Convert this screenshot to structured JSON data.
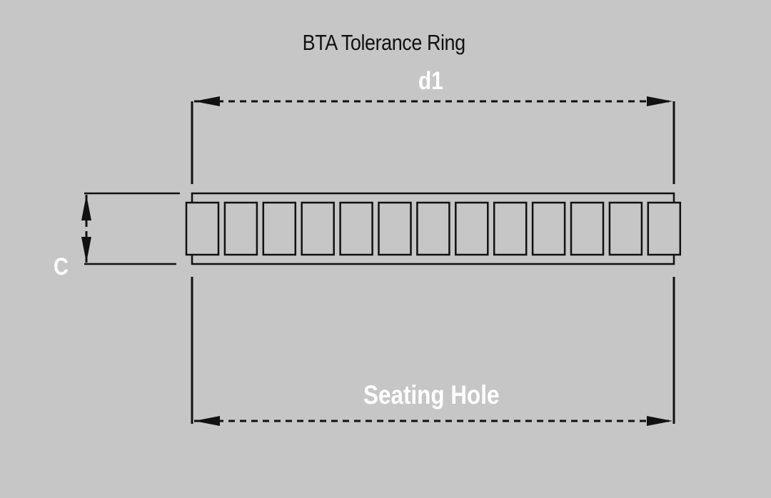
{
  "title": "BTA Tolerance Ring",
  "labels": {
    "d1": "d1",
    "c": "C",
    "seating_hole": "Seating Hole"
  },
  "ring": {
    "segment_count": 13
  },
  "colors": {
    "background": "#c6c6c6",
    "line": "#111111",
    "label": "#ffffff"
  }
}
